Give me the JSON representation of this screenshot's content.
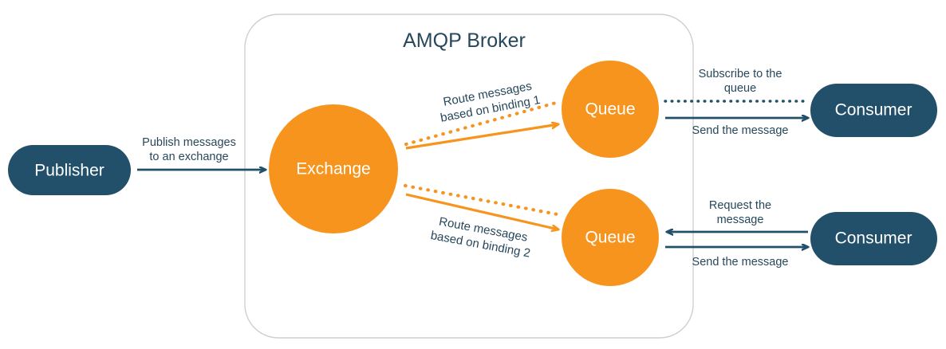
{
  "diagram": {
    "title": "AMQP Broker",
    "background_color": "#ffffff",
    "colors": {
      "accent_orange": "#F7941E",
      "dark_navy": "#22506A",
      "text_navy": "#27485C",
      "container_border": "#cfcfcf"
    },
    "container": {
      "label": "AMQP Broker",
      "border_color": "#cfcfcf"
    },
    "nodes": {
      "publisher": {
        "label": "Publisher",
        "shape": "pill",
        "fill": "#22506A"
      },
      "exchange": {
        "label": "Exchange",
        "shape": "circle",
        "fill": "#F7941E"
      },
      "queue_top": {
        "label": "Queue",
        "shape": "circle",
        "fill": "#F7941E"
      },
      "queue_bottom": {
        "label": "Queue",
        "shape": "circle",
        "fill": "#F7941E"
      },
      "consumer_top": {
        "label": "Consumer",
        "shape": "pill",
        "fill": "#22506A"
      },
      "consumer_bottom": {
        "label": "Consumer",
        "shape": "pill",
        "fill": "#22506A"
      }
    },
    "edges": {
      "publish": {
        "label_line1": "Publish messages",
        "label_line2": "to an exchange",
        "style": "solid",
        "color": "#22506A",
        "direction": "right"
      },
      "binding1": {
        "label_line1": "Route messages",
        "label_line2": "based on binding 1",
        "style": "dotted-and-solid",
        "color": "#F7941E",
        "direction": "right"
      },
      "binding2": {
        "label_line1": "Route messages",
        "label_line2": "based on binding 2",
        "style": "dotted-and-solid",
        "color": "#F7941E",
        "direction": "right"
      },
      "subscribe": {
        "label_line1": "Subscribe to the",
        "label_line2": "queue",
        "style": "dotted",
        "color": "#22506A",
        "direction": "right"
      },
      "send_top": {
        "label": "Send the message",
        "style": "solid",
        "color": "#22506A",
        "direction": "right"
      },
      "request": {
        "label_line1": "Request the",
        "label_line2": "message",
        "style": "solid",
        "color": "#22506A",
        "direction": "left"
      },
      "send_bottom": {
        "label": "Send the message",
        "style": "solid",
        "color": "#22506A",
        "direction": "right"
      }
    }
  }
}
